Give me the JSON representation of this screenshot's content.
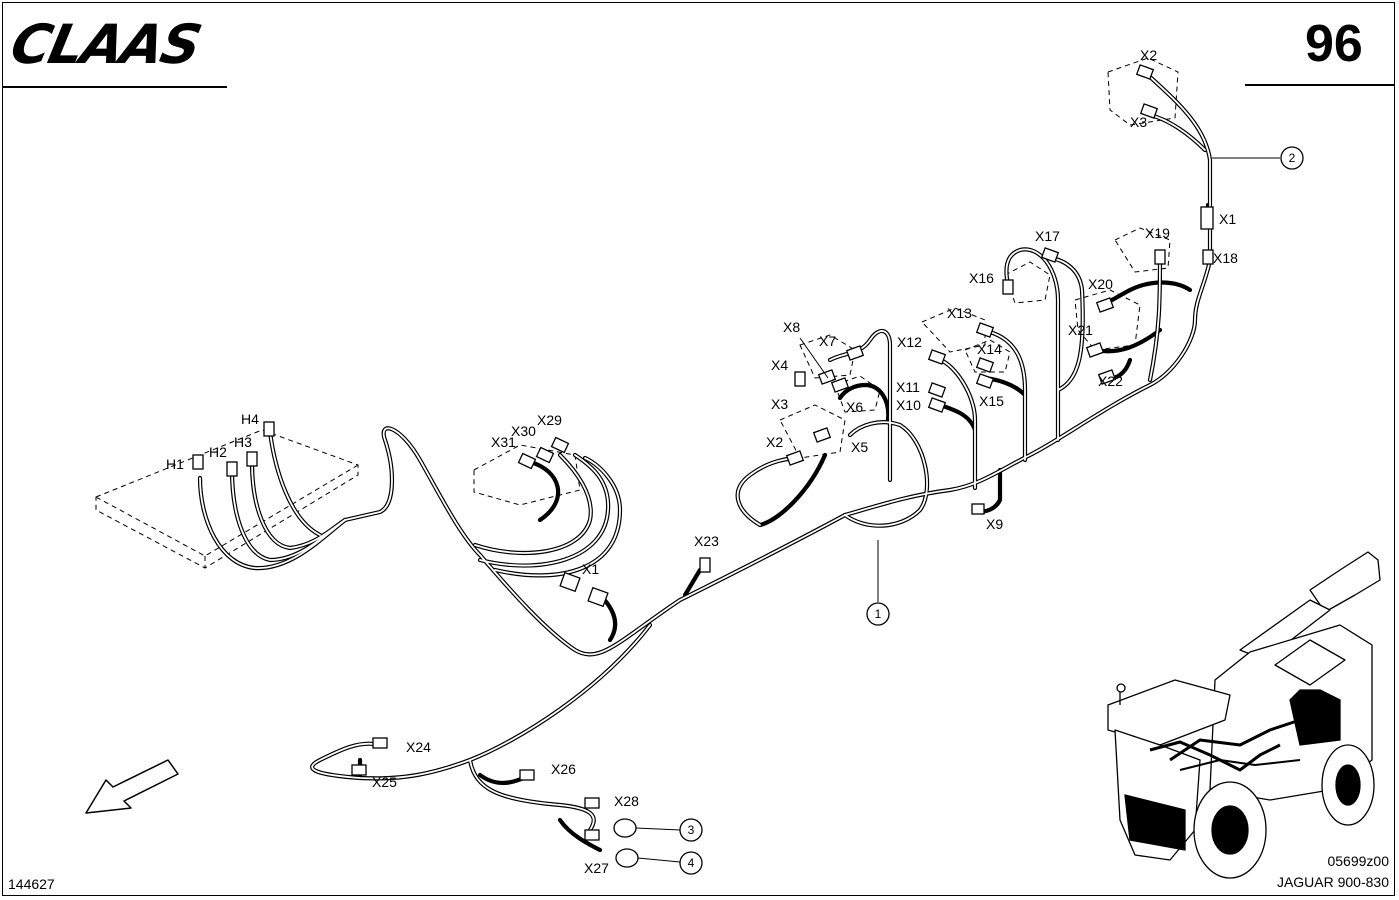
{
  "header": {
    "brand": "CLAAS",
    "page_number": "96"
  },
  "footer": {
    "drawing_id": "144627",
    "reference_code": "05699z00",
    "model": "JAGUAR 900-830"
  },
  "connector_labels": {
    "h1": "H1",
    "h2": "H2",
    "h3": "H3",
    "h4": "H4",
    "x1_top": "X1",
    "x2_top": "X2",
    "x3_top": "X3",
    "x1_mid": "X1",
    "x2": "X2",
    "x3": "X3",
    "x4": "X4",
    "x5": "X5",
    "x6": "X6",
    "x7": "X7",
    "x8": "X8",
    "x9": "X9",
    "x10": "X10",
    "x11": "X11",
    "x12": "X12",
    "x13": "X13",
    "x14": "X14",
    "x15": "X15",
    "x16": "X16",
    "x17": "X17",
    "x18": "X18",
    "x19": "X19",
    "x20": "X20",
    "x21": "X21",
    "x22": "X22",
    "x23": "X23",
    "x24": "X24",
    "x25": "X25",
    "x26": "X26",
    "x27": "X27",
    "x28": "X28",
    "x29": "X29",
    "x30": "X30",
    "x31": "X31"
  },
  "callouts": {
    "c1": "1",
    "c2": "2",
    "c3": "3",
    "c4": "4"
  },
  "icons": {
    "direction": "direction-arrow-icon",
    "machine": "forage-harvester-illustration"
  }
}
